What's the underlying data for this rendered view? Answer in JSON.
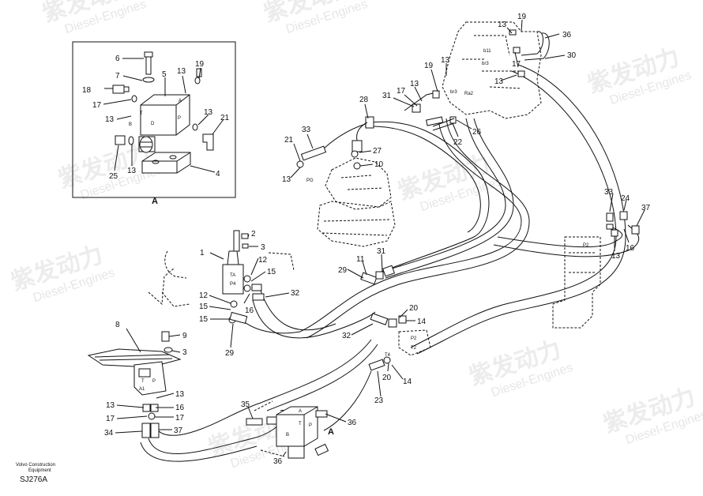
{
  "watermark": {
    "brand_cn": "紫发动力",
    "brand_en": "Diesel-Engines"
  },
  "footer": {
    "maker_line1": "Volvo Construction",
    "maker_line2": "Equipment",
    "drawing_code": "SJ276A"
  },
  "detail": {
    "view_label": "A",
    "port_labels": {
      "a": "A",
      "b": "B",
      "t": "T",
      "p": "P",
      "d": "D"
    },
    "callouts": {
      "c6": "6",
      "c5": "5",
      "c13a": "13",
      "c19": "19",
      "c7": "7",
      "c18": "18",
      "c17": "17",
      "c13b": "13",
      "c13c": "13",
      "c21": "21",
      "c25": "25",
      "c13d": "13",
      "c4": "4"
    }
  },
  "main": {
    "view_label": "A",
    "port_labels": {
      "pg": "PG",
      "t4": "T4",
      "t2": "T2",
      "p2a": "P2",
      "p2b": "P2",
      "a": "A",
      "b": "B",
      "p": "P",
      "t": "T",
      "pa": "P4",
      "ta": "TA"
    },
    "callouts": {
      "c13_top": "13",
      "c19_top": "19",
      "c36_top": "36",
      "c30": "30",
      "c19_mid": "19",
      "c13_mid": "13",
      "c13_mid2": "13",
      "c17_top": "17",
      "c31_top": "31",
      "c17_top2": "17",
      "c13_top2": "13",
      "c28": "28",
      "c22": "22",
      "c26": "26",
      "c33_l": "33",
      "c21_l": "21",
      "c27": "27",
      "c10": "10",
      "c13_l": "13",
      "c33_r": "33",
      "c24": "24",
      "c37_r": "37",
      "c13_r": "13",
      "c16_r": "16",
      "c2": "2",
      "c3_top": "3",
      "c1": "1",
      "c12": "12",
      "c15a": "15",
      "c12b": "12",
      "c15b": "15",
      "c16": "16",
      "c15c": "15",
      "c32a": "32",
      "c29a": "29",
      "c11": "11",
      "c31": "31",
      "c29b": "29",
      "c8": "8",
      "c9": "9",
      "c3b": "3",
      "c20a": "20",
      "c14a": "14",
      "c32b": "32",
      "c20b": "20",
      "c14b": "14",
      "c23": "23",
      "c13e": "13",
      "c16e": "16",
      "c17e": "17",
      "c37e": "37",
      "c13f": "13",
      "c17f": "17",
      "c34": "34",
      "c35": "35",
      "c36e": "36",
      "c36f": "36"
    }
  }
}
